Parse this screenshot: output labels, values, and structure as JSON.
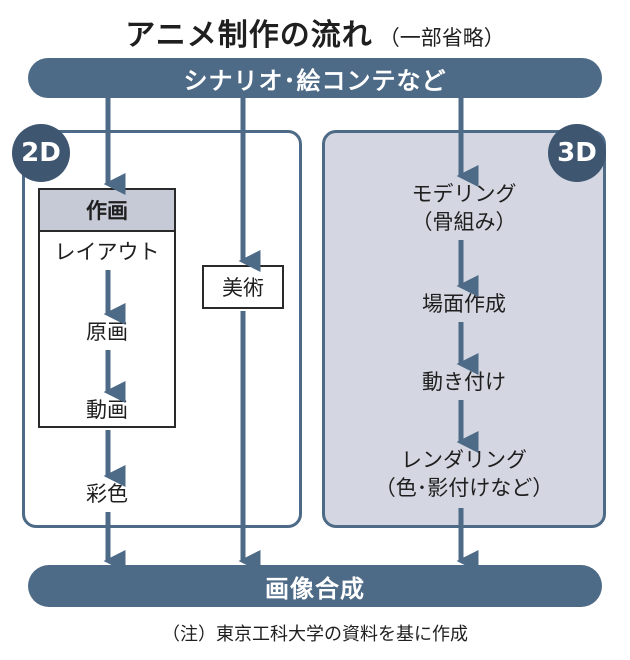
{
  "title": {
    "main": "アニメ制作の流れ",
    "sub": "（一部省略）"
  },
  "top_bar": "シナリオ･絵コンテなど",
  "bottom_bar": "画像合成",
  "badges": {
    "two_d": "2D",
    "three_d": "3D"
  },
  "flow_2d": {
    "group_title": "作画",
    "steps": [
      "レイアウト",
      "原画",
      "動画"
    ],
    "after_group": "彩色"
  },
  "bijutsu": "美術",
  "flow_3d": {
    "steps": [
      {
        "line1": "モデリング",
        "line2": "（骨組み）"
      },
      {
        "line1": "場面作成"
      },
      {
        "line1": "動き付け"
      },
      {
        "line1": "レンダリング",
        "line2": "（色･影付けなど）"
      }
    ]
  },
  "note": "（注）東京工科大学の資料を基に作成",
  "colors": {
    "bar": "#4d6a87",
    "badge": "#3f5671",
    "panel_3d": "#d4d7e1",
    "group_head": "#c6cad6",
    "arrow": "#4d6a87"
  }
}
